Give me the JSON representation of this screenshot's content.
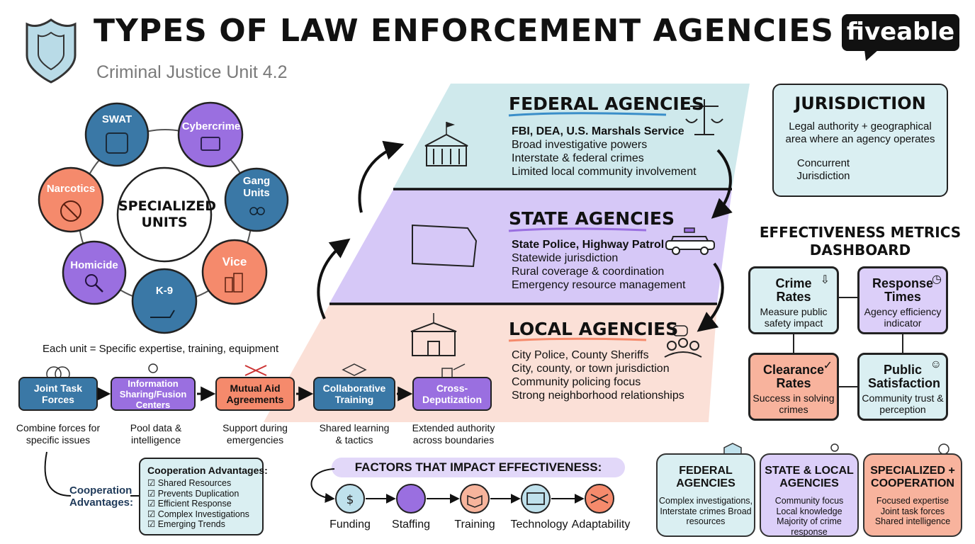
{
  "header": {
    "title": "TYPES OF LAW ENFORCEMENT AGENCIES",
    "subtitle": "Criminal Justice Unit 4.2",
    "logo": "fiveable"
  },
  "specialized_units": {
    "hub": "SPECIALIZED UNITS",
    "units": [
      "SWAT",
      "Cybercrime",
      "Gang Units",
      "Narcotics",
      "Vice",
      "Homicide",
      "K-9"
    ],
    "note": "Each unit = Specific expertise, training, equipment"
  },
  "cooperation": {
    "steps": [
      {
        "title": "Joint Task Forces",
        "desc": "Combine forces for specific issues"
      },
      {
        "title": "Information Sharing/Fusion Centers",
        "desc": "Pool data & intelligence"
      },
      {
        "title": "Mutual Aid Agreements",
        "desc": "Support during emergencies"
      },
      {
        "title": "Collaborative Training",
        "desc": "Shared learning & tactics"
      },
      {
        "title": "Cross-Deputization",
        "desc": "Extended authority across boundaries"
      }
    ],
    "advantages_label": "Cooperation Advantages:",
    "advantages_title": "Cooperation Advantages:",
    "advantages": [
      "Shared Resources",
      "Prevents Duplication",
      "Efficient Response",
      "Complex Investigations",
      "Emerging Trends"
    ]
  },
  "agencies": {
    "federal": {
      "title": "FEDERAL AGENCIES",
      "items": [
        "FBI, DEA, U.S. Marshals Service",
        "Broad investigative powers",
        "Interstate & federal crimes",
        "Limited local community involvement"
      ]
    },
    "state": {
      "title": "STATE AGENCIES",
      "items": [
        "State Police, Highway Patrol",
        "Statewide jurisdiction",
        "Rural coverage & coordination",
        "Emergency resource management"
      ]
    },
    "local": {
      "title": "LOCAL AGENCIES",
      "items": [
        "City Police, County Sheriffs",
        "City, county, or town jurisdiction",
        "Community policing focus",
        "Strong neighborhood relationships"
      ]
    }
  },
  "jurisdiction": {
    "title": "JURISDICTION",
    "desc": "Legal authority + geographical area where an agency operates",
    "concurrent": "Concurrent Jurisdiction"
  },
  "metrics": {
    "title": "EFFECTIVENESS METRICS DASHBOARD",
    "items": [
      {
        "title": "Crime Rates",
        "desc": "Measure public safety impact"
      },
      {
        "title": "Response Times",
        "desc": "Agency efficiency indicator"
      },
      {
        "title": "Clearance Rates",
        "desc": "Success in solving crimes"
      },
      {
        "title": "Public Satisfaction",
        "desc": "Community trust & perception"
      }
    ]
  },
  "factors": {
    "title": "FACTORS THAT IMPACT EFFECTIVENESS:",
    "items": [
      "Funding",
      "Staffing",
      "Training",
      "Technology",
      "Adaptability"
    ]
  },
  "summary_cards": [
    {
      "title": "FEDERAL AGENCIES",
      "desc": "Complex investigations, Interstate crimes Broad resources"
    },
    {
      "title": "STATE & LOCAL AGENCIES",
      "desc": "Community focus Local knowledge Majority of crime response"
    },
    {
      "title": "SPECIALIZED + COOPERATION",
      "desc": "Focused expertise Joint task forces Shared intelligence"
    }
  ],
  "colors": {
    "blue": "#3a78a6",
    "purple": "#9a6fe0",
    "orange": "#f58a6c",
    "federal_bg": "#cfe9ec",
    "state_bg": "#d6c8f7",
    "local_bg": "#fadbd0"
  }
}
